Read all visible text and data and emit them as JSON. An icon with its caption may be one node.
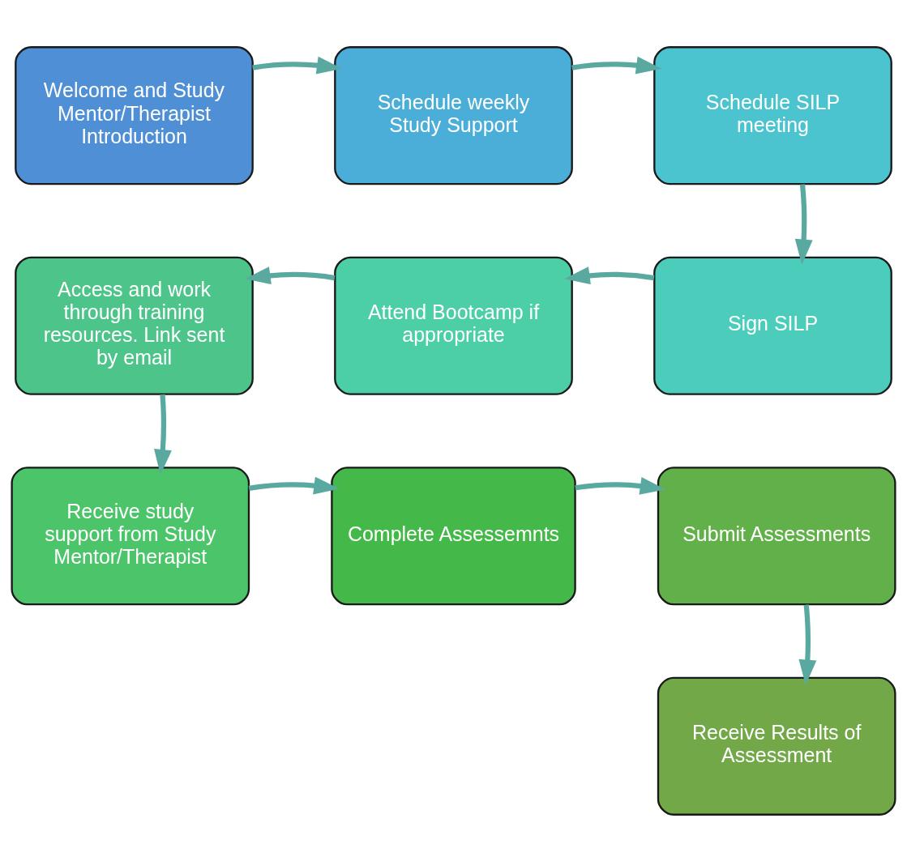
{
  "diagram": {
    "nodes": [
      {
        "text": [
          "Welcome and Study Mentor/Therapist Introduction"
        ]
      },
      {
        "text": [
          "Schedule weekly Study Support"
        ]
      },
      {
        "text": [
          "Schedule SILP meeting"
        ]
      },
      {
        "text": [
          "Sign SILP"
        ]
      },
      {
        "text": [
          "Attend Bootcamp if appropriate"
        ]
      },
      {
        "text": [
          "Access and work through training resources. Link sent by email"
        ]
      },
      {
        "text": [
          "Receive study support from Study Mentor/Therapist"
        ]
      },
      {
        "text": [
          "Complete Assessemnts"
        ]
      },
      {
        "text": [
          "Submit Assessments"
        ]
      },
      {
        "text": [
          "Receive Results of Assessment"
        ]
      }
    ],
    "edges": [
      {
        "from": 0,
        "to": 1,
        "arrow": "to"
      },
      {
        "from": 1,
        "to": 2,
        "arrow": "to"
      },
      {
        "from": 2,
        "to": 3,
        "arrow": "to"
      },
      {
        "from": 3,
        "to": 4,
        "arrow": "to"
      },
      {
        "from": 4,
        "to": 5,
        "arrow": "to"
      },
      {
        "from": 5,
        "to": 6,
        "arrow": "to"
      },
      {
        "from": 6,
        "to": 7,
        "arrow": "to"
      },
      {
        "from": 7,
        "to": 8,
        "arrow": "to"
      },
      {
        "from": 8,
        "to": 9,
        "arrow": "to"
      }
    ]
  }
}
